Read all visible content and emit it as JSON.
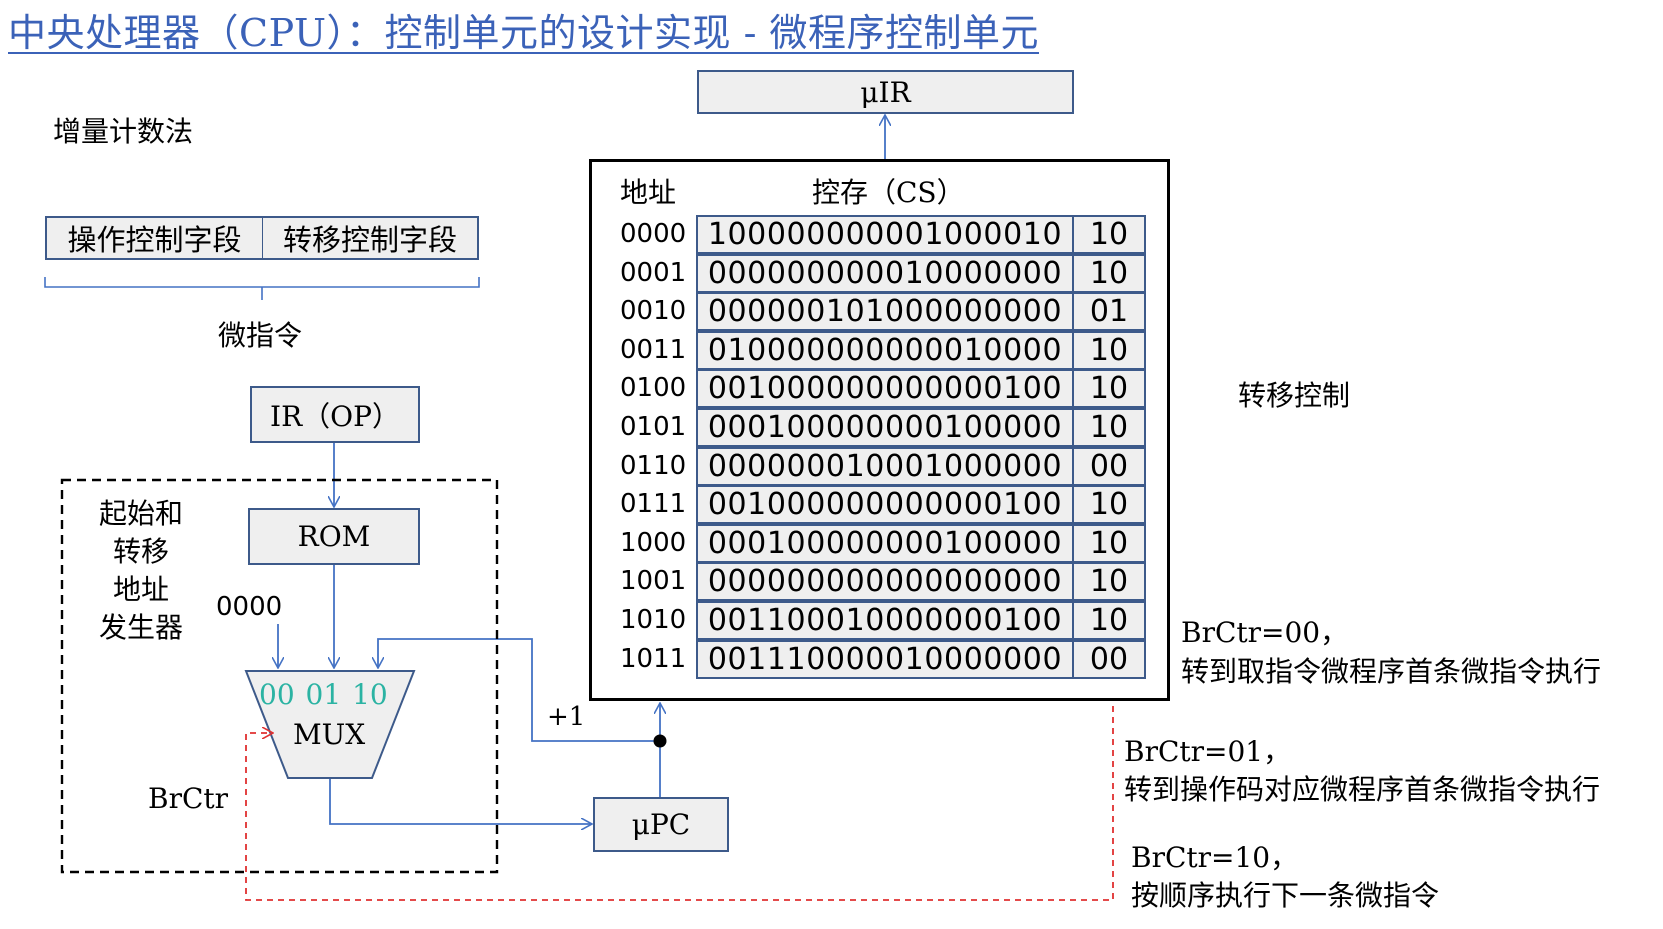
{
  "title": "中央处理器（CPU）：控制单元的设计实现 - 微程序控制单元",
  "method": "增量计数法",
  "microinstruction": {
    "fields": [
      "操作控制字段",
      "转移控制字段"
    ],
    "label": "微指令"
  },
  "uir_label": "μIR",
  "cs": {
    "addr_header": "地址",
    "cs_header": "控存（CS）",
    "rows": [
      {
        "addr": "0000",
        "bits": "100000000001000010",
        "br": "10"
      },
      {
        "addr": "0001",
        "bits": "000000000010000000",
        "br": "10"
      },
      {
        "addr": "0010",
        "bits": "000000101000000000",
        "br": "01"
      },
      {
        "addr": "0011",
        "bits": "010000000000010000",
        "br": "10"
      },
      {
        "addr": "0100",
        "bits": "001000000000000100",
        "br": "10"
      },
      {
        "addr": "0101",
        "bits": "000100000000100000",
        "br": "10"
      },
      {
        "addr": "0110",
        "bits": "000000010001000000",
        "br": "00"
      },
      {
        "addr": "0111",
        "bits": "001000000000000100",
        "br": "10"
      },
      {
        "addr": "1000",
        "bits": "000100000000100000",
        "br": "10"
      },
      {
        "addr": "1001",
        "bits": "000000000000000000",
        "br": "10"
      },
      {
        "addr": "1010",
        "bits": "001100010000000100",
        "br": "10"
      },
      {
        "addr": "1011",
        "bits": "001110000010000000",
        "br": "00"
      }
    ]
  },
  "transfer_control_label": "转移控制",
  "ir_label": "IR（OP）",
  "rom_label": "ROM",
  "generator_label": [
    "起始和",
    "转移",
    "地址",
    "发生器"
  ],
  "const_input": "0000",
  "mux": {
    "inputs": [
      "00",
      "01",
      "10"
    ],
    "label": "MUX",
    "input_color": "#2bb3a3"
  },
  "brctr_label": "BrCtr",
  "plus_one": "+1",
  "upc_label": "μPC",
  "notes": [
    {
      "code": "BrCtr=00，",
      "desc": "转到取指令微程序首条微指令执行"
    },
    {
      "code": "BrCtr=01，",
      "desc": "转到操作码对应微程序首条微指令执行"
    },
    {
      "code": "BrCtr=10，",
      "desc": "按顺序执行下一条微指令"
    }
  ],
  "colors": {
    "title": "#3b62b8",
    "wire": "#4472c4",
    "box_border": "#3d5a8a",
    "dashed_control": "#e03030"
  }
}
